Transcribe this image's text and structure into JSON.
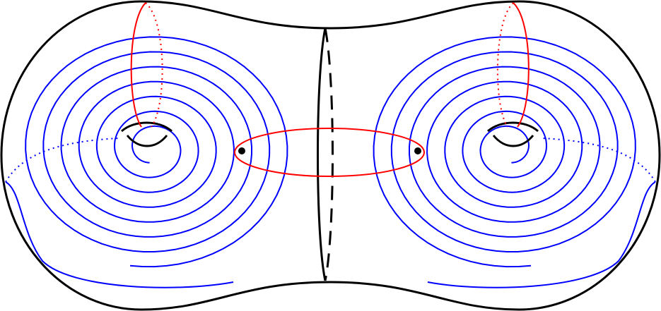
{
  "figure": {
    "kind": "genus-2 surface with curve system",
    "colors": {
      "outline": "#000000",
      "spiral_curves": "#0000ff",
      "meridian_curves": "#ff0000",
      "marked_points": "#000000"
    },
    "holes": [
      {
        "name": "left-hole"
      },
      {
        "name": "right-hole"
      }
    ],
    "spirals": [
      {
        "name": "left-spiral",
        "turns": 7
      },
      {
        "name": "right-spiral",
        "turns": 7
      }
    ],
    "red_curves": [
      {
        "name": "left-meridian",
        "style": "solid front, dotted back"
      },
      {
        "name": "right-meridian",
        "style": "solid front, dotted back"
      },
      {
        "name": "central-loop",
        "style": "solid"
      }
    ],
    "separating_curve": {
      "style": "solid left arc, dashed right arc"
    },
    "marked_points_count": 2
  }
}
